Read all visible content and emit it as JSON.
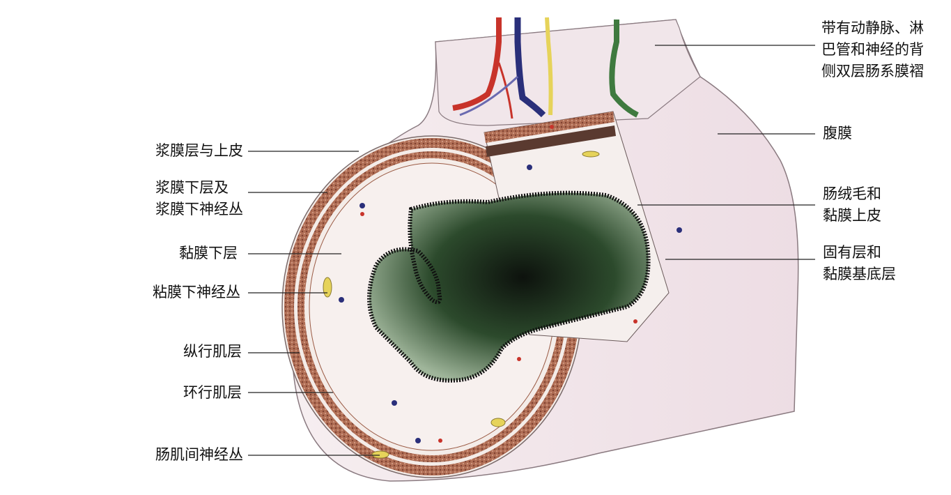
{
  "labels": {
    "serosa": "浆膜层与上皮",
    "subserosa_1": "浆膜下层及",
    "subserosa_2": "浆膜下神经丛",
    "submucosa": "黏膜下层",
    "submucosal_plexus": "粘膜下神经丛",
    "longitudinal_muscle": "纵行肌层",
    "circular_muscle": "环行肌层",
    "myenteric_plexus": "肠肌间神经丛",
    "mesentery_1": "带有动静脉、淋",
    "mesentery_2": "巴管和神经的背",
    "mesentery_3": "侧双层肠系膜褶",
    "peritoneum": "腹膜",
    "villi_1": "肠绒毛和",
    "villi_2": "黏膜上皮",
    "lamina_1": "固有层和",
    "lamina_2": "黏膜基底层"
  },
  "colors": {
    "artery": "#c8332a",
    "vein": "#2a2f7a",
    "nerve": "#e6d35a",
    "lymphatic": "#3f7a3f",
    "muscle": "#9a5a44",
    "tissue": "#f4ece8",
    "lumen": "#2c4a2c"
  }
}
